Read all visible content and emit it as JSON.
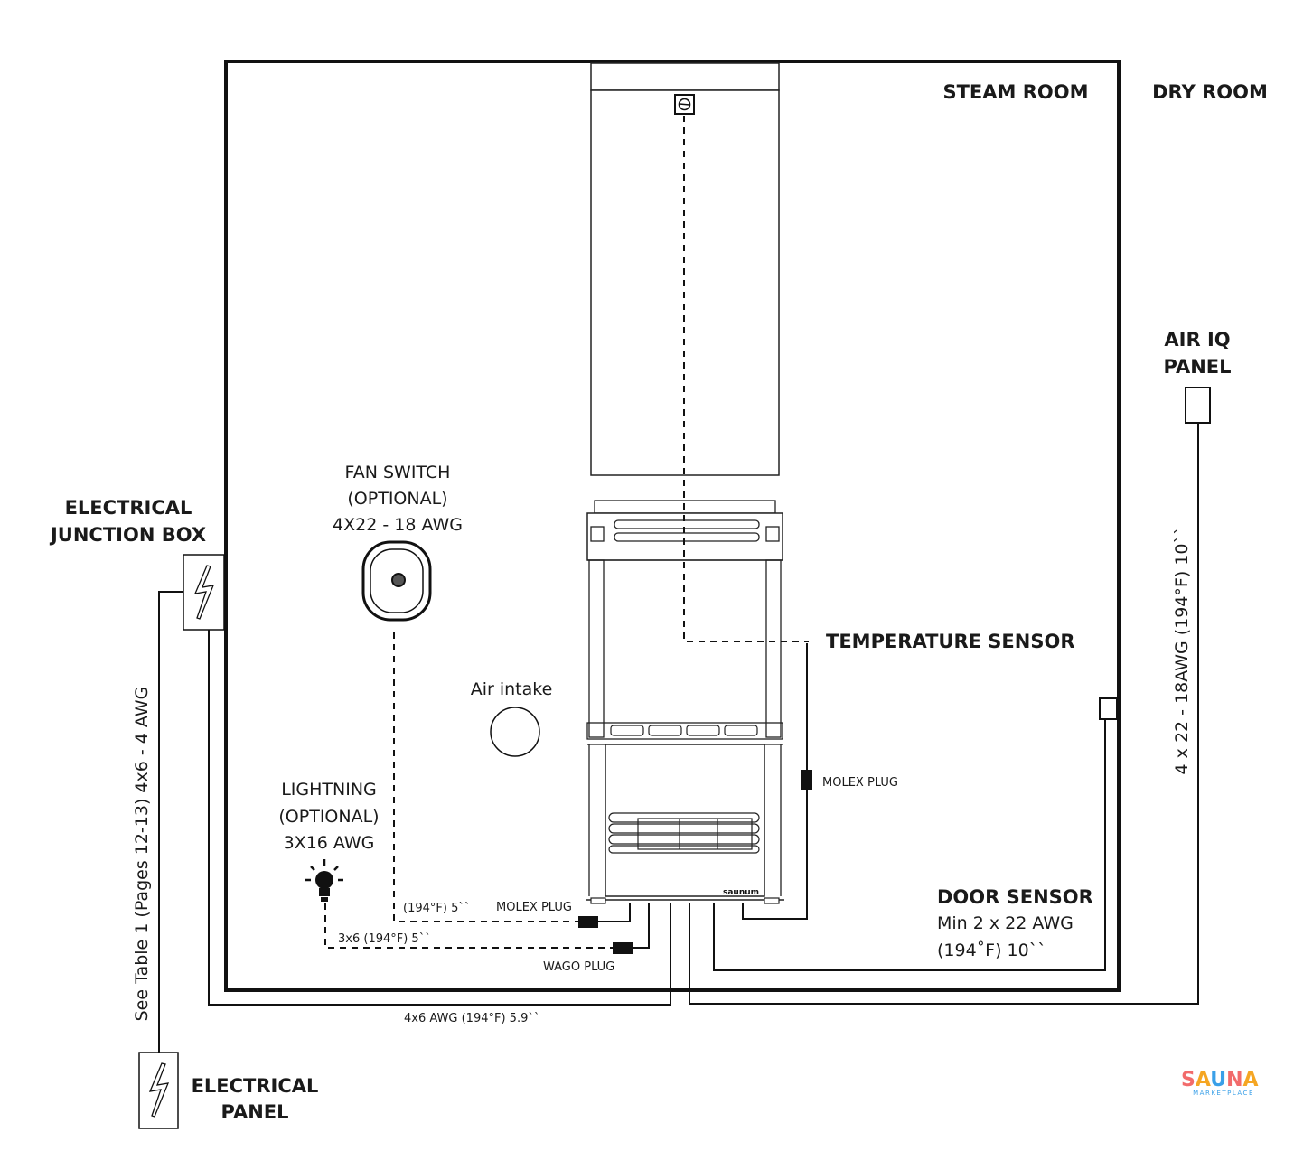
{
  "labels": {
    "steam_room": "STEAM ROOM",
    "dry_room": "DRY ROOM",
    "air_iq_line1": "AIR IQ",
    "air_iq_line2": "PANEL",
    "junction_line1": "ELECTRICAL",
    "junction_line2": "JUNCTION BOX",
    "panel_line1": "ELECTRICAL",
    "panel_line2": "PANEL",
    "fan_line1": "FAN SWITCH",
    "fan_line2": "(OPTIONAL)",
    "fan_line3": "4X22 - 18 AWG",
    "air_intake": "Air intake",
    "temp_sensor": "TEMPERATURE SENSOR",
    "molex_plug_right": "MOLEX PLUG",
    "lighting_line1": "LIGHTNING",
    "lighting_line2": "(OPTIONAL)",
    "lighting_line3": "3X16 AWG",
    "fan_wire": "(194°F) 5``",
    "molex_plug_bottom": "MOLEX PLUG",
    "light_wire": "3x6 (194°F) 5``",
    "wago_plug": "WAGO PLUG",
    "door_sensor": "DOOR SENSOR",
    "door_line1": "Min 2 x 22 AWG",
    "door_line2": "(194˚F) 10``",
    "supply_wire": "4x6 AWG (194°F) 5.9``",
    "table_ref": "See Table 1 (Pages 12-13) 4x6 - 4 AWG",
    "air_iq_wire": "4 x 22 - 18AWG (194°F) 10``",
    "heater_brand": "saunum"
  },
  "logo": {
    "word": "SAUNA",
    "sub": "MARKETPLACE",
    "colors": [
      "#f26b6b",
      "#f5a623",
      "#3aa0e8",
      "#f26b6b",
      "#f5a623"
    ],
    "sub_color": "#3aa0e8"
  }
}
